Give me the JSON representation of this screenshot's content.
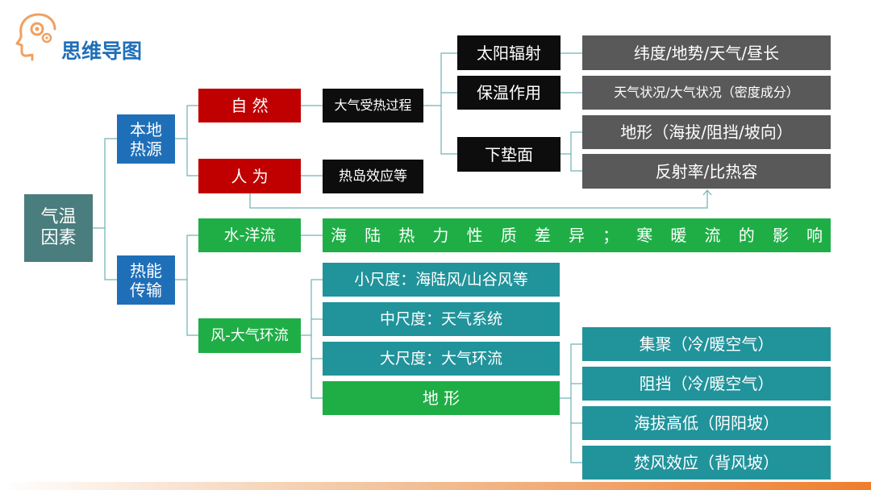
{
  "header": {
    "title": "思维导图",
    "logo_icon": "head-gear-icon"
  },
  "colors": {
    "blue": "#1f6fb8",
    "teal": "#4a7d7d",
    "red": "#c00000",
    "green": "#1fae46",
    "black": "#0d0d0d",
    "gray": "#595959",
    "cyan": "#21939b",
    "connector": "#6fb2b8"
  },
  "root": {
    "label_line1": "气温",
    "label_line2": "因素"
  },
  "local_heat": {
    "label_line1": "本地",
    "label_line2": "热源",
    "natural": {
      "label": "自 然",
      "process": "大气受热过程"
    },
    "human": {
      "label": "人 为",
      "effect": "热岛效应等"
    },
    "solar": {
      "label": "太阳辐射",
      "detail": "纬度/地势/天气/昼长"
    },
    "insulation": {
      "label": "保温作用",
      "detail": "天气状况/大气状况（密度成分）"
    },
    "surface": {
      "label": "下垫面",
      "detail1": "地形（海拔/阻挡/坡向）",
      "detail2": "反射率/比热容"
    }
  },
  "heat_transport": {
    "label_line1": "热能",
    "label_line2": "传输",
    "ocean": {
      "label": "水-洋流",
      "desc_chars": [
        "海",
        "陆",
        "热",
        "力",
        "性",
        "质",
        "差",
        "异",
        "；",
        "寒",
        "暖",
        "流",
        "的",
        "影",
        "响"
      ]
    },
    "wind": {
      "label": "风-大气环流",
      "small": "小尺度：海陆风/山谷风等",
      "medium": "中尺度：天气系统",
      "large": "大尺度：大气环流",
      "terrain": "地 形",
      "terrain_items": [
        "集聚（冷/暖空气）",
        "阻挡（冷/暖空气）",
        "海拔高低（阴阳坡）",
        "焚风效应（背风坡）"
      ]
    }
  }
}
